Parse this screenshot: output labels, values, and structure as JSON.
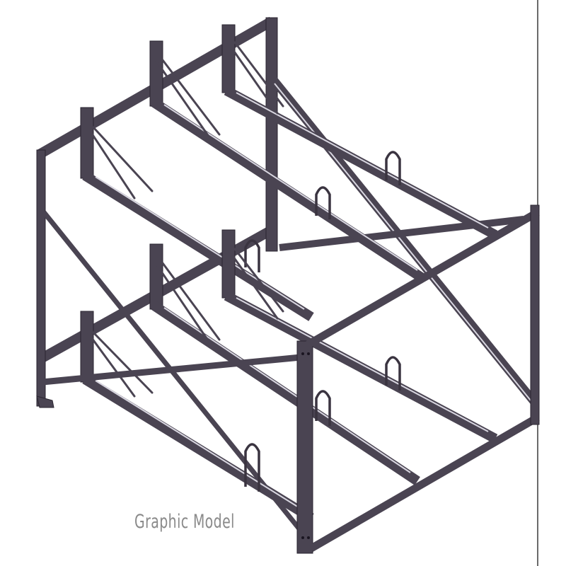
{
  "caption": "Graphic Model",
  "colors": {
    "steel": "#4a4452",
    "steel_edge": "#2a2530",
    "steel_highlight": "#d8d6e0",
    "caption": "#8a8a8a",
    "border": "#6a6a6a",
    "background": "#ffffff"
  },
  "model": {
    "type": "isometric steel rack frame",
    "tiers": 2,
    "cradles_per_tier": 3,
    "u_hooks_visible": 6
  }
}
